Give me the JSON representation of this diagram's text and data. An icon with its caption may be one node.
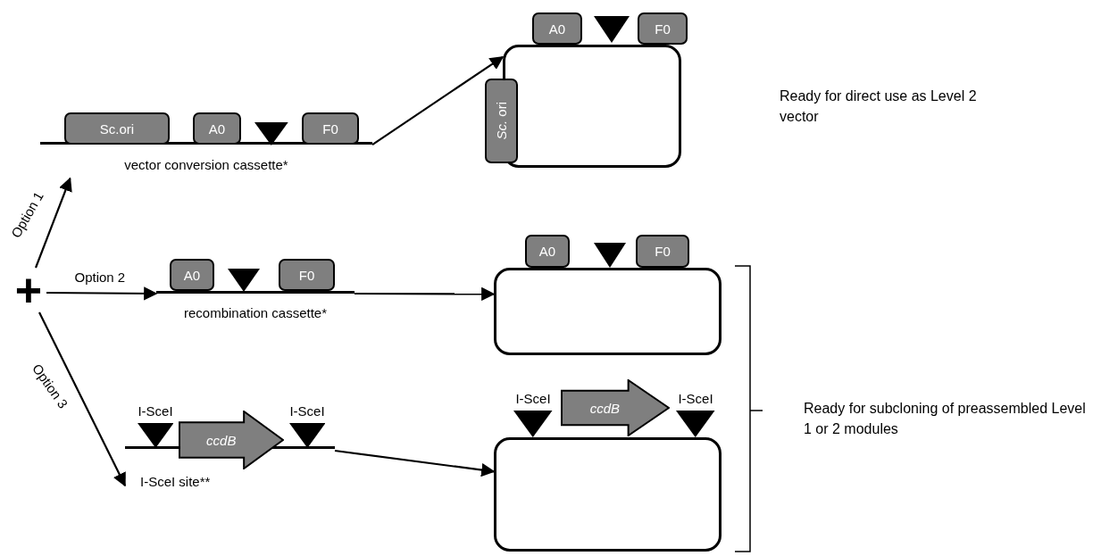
{
  "diagram": {
    "nodes": [
      {
        "text": [
          "+"
        ]
      },
      {
        "text": [
          "vector conversion cassette*"
        ]
      },
      {
        "text": [
          "Sc.ori"
        ]
      },
      {
        "text": [
          "A0"
        ]
      },
      {
        "text": [],
        "shape": "triangle"
      },
      {
        "text": [
          "F0"
        ]
      },
      {
        "text": [],
        "shape": "box"
      },
      {
        "text": [
          "A0"
        ]
      },
      {
        "text": [],
        "shape": "triangle"
      },
      {
        "text": [
          "F0"
        ]
      },
      {
        "text": [
          "*Sc.* ori"
        ]
      },
      {
        "text": [
          "recombination cassette*"
        ]
      },
      {
        "text": [
          "A0"
        ]
      },
      {
        "text": [],
        "shape": "triangle"
      },
      {
        "text": [
          "F0"
        ]
      },
      {
        "text": [],
        "shape": "box"
      },
      {
        "text": [
          "A0"
        ]
      },
      {
        "text": [],
        "shape": "triangle"
      },
      {
        "text": [
          "F0"
        ]
      },
      {
        "text": [
          "I-SceI site**"
        ]
      },
      {
        "text": [],
        "shape": "triangle",
        "beside": [
          "I-SceI"
        ]
      },
      {
        "text": [
          "ccdB"
        ]
      },
      {
        "text": [],
        "shape": "triangle",
        "beside": [
          "I-SceI"
        ]
      },
      {
        "text": [],
        "shape": "box"
      },
      {
        "text": [],
        "shape": "triangle",
        "beside": [
          "I-SceI"
        ]
      },
      {
        "text": [
          "ccdB"
        ]
      },
      {
        "text": [],
        "shape": "triangle",
        "beside": [
          "I-SceI"
        ]
      }
    ],
    "edges": [
      {
        "from": 0,
        "to": 1,
        "arrow": "to",
        "label": "Option 1"
      },
      {
        "from": 0,
        "to": 11,
        "arrow": "to",
        "label": "Option 2"
      },
      {
        "from": 0,
        "to": 19,
        "arrow": "to",
        "label": "Option 3"
      },
      {
        "from": 1,
        "to": 6,
        "arrow": "to"
      },
      {
        "from": 11,
        "to": 15,
        "arrow": "to"
      },
      {
        "from": 19,
        "to": 23,
        "arrow": "to"
      }
    ],
    "labels": [
      "Ready for direct use as Level 2 vector",
      "Ready for subcloning of preassembled Level 1 or 2 modules"
    ]
  }
}
